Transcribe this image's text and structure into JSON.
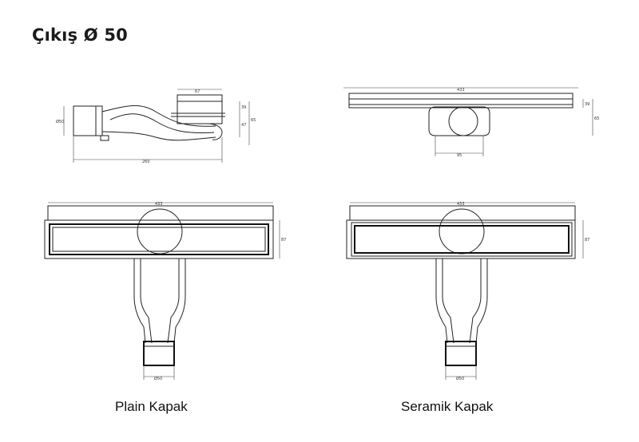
{
  "title": "Çıkış Ø 50",
  "captions": {
    "left": "Plain Kapak",
    "right": "Seramik Kapak"
  },
  "dimensions": {
    "top_left": {
      "d1": "Ø50",
      "d2": "67",
      "d3": "39",
      "d4": "47",
      "d5": "65",
      "d6": "260"
    },
    "top_right": {
      "d1": "433",
      "d2": "39",
      "d3": "65",
      "d4": "95"
    },
    "bottom_left": {
      "d1": "433",
      "d2": "87",
      "d3": "Ø50"
    },
    "bottom_right": {
      "d1": "433",
      "d2": "87",
      "d3": "Ø50"
    }
  }
}
